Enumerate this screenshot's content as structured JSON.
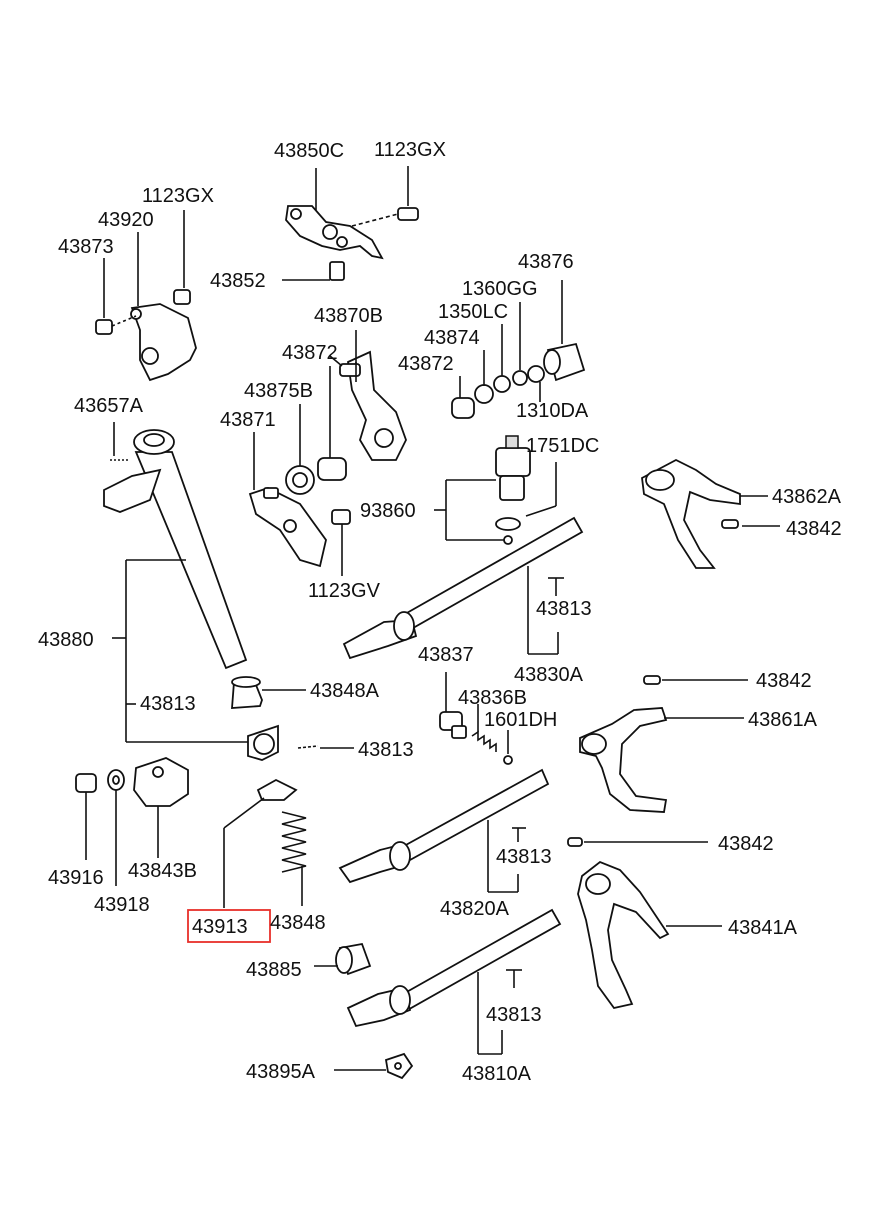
{
  "labels": {
    "l43850C": "43850C",
    "l1123GX_a": "1123GX",
    "l1123GX_b": "1123GX",
    "l43920": "43920",
    "l43873": "43873",
    "l43852": "43852",
    "l43876": "43876",
    "l1360GG": "1360GG",
    "l43870B": "43870B",
    "l1350LC": "1350LC",
    "l43874": "43874",
    "l43872_a": "43872",
    "l43872_b": "43872",
    "l1310DA": "1310DA",
    "l43657A": "43657A",
    "l43875B": "43875B",
    "l43871": "43871",
    "l1751DC": "1751DC",
    "l43862A": "43862A",
    "l93860": "93860",
    "l43842_a": "43842",
    "l1123GV": "1123GV",
    "l43813_a": "43813",
    "l43880": "43880",
    "l43837": "43837",
    "l43830A": "43830A",
    "l43842_b": "43842",
    "l43848A": "43848A",
    "l43836B": "43836B",
    "l43813_b": "43813",
    "l1601DH": "1601DH",
    "l43861A": "43861A",
    "l43813_c": "43813",
    "l43842_c": "43842",
    "l43813_d": "43813",
    "l43916": "43916",
    "l43843B": "43843B",
    "l43918": "43918",
    "l43820A": "43820A",
    "l43913": "43913",
    "l43848": "43848",
    "l43841A": "43841A",
    "l43885": "43885",
    "l43813_e": "43813",
    "l43895A": "43895A",
    "l43810A": "43810A"
  },
  "highlight": {
    "part": "43913",
    "color": "#e8302a"
  }
}
